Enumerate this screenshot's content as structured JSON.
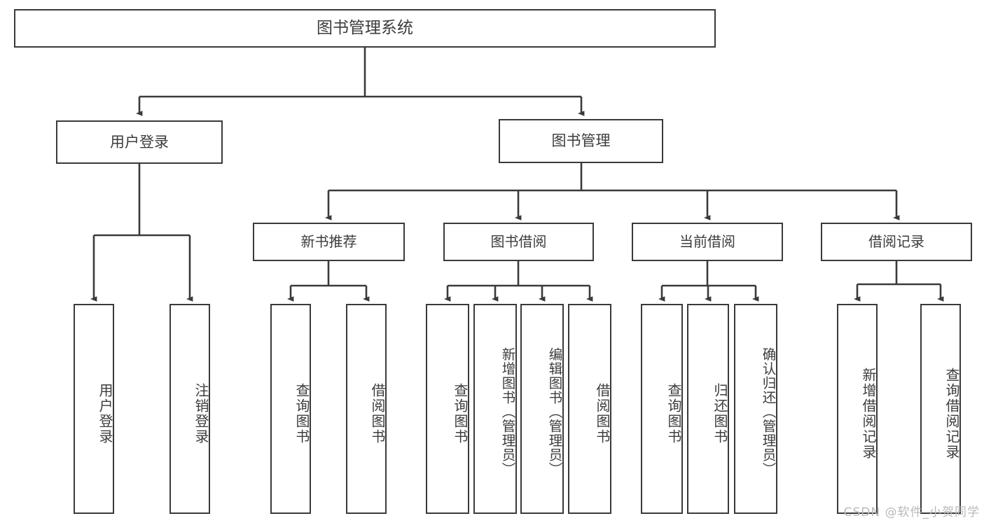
{
  "diagram": {
    "type": "tree-hierarchy",
    "title": "图书管理系统",
    "orientation": "top-down",
    "line_color": "#3a3a3a",
    "box_fill": "#ffffff",
    "text_color": "#3c3c3c",
    "root": {
      "label": "图书管理系统",
      "children": [
        {
          "label": "用户登录",
          "children": [
            {
              "label": "用户登录"
            },
            {
              "label": "注销登录"
            }
          ]
        },
        {
          "label": "图书管理",
          "children": [
            {
              "label": "新书推荐",
              "children": [
                {
                  "label": "查询图书"
                },
                {
                  "label": "借阅图书"
                }
              ]
            },
            {
              "label": "图书借阅",
              "children": [
                {
                  "label": "查询图书"
                },
                {
                  "label": "新增图书（管理员）"
                },
                {
                  "label": "编辑图书（管理员）"
                },
                {
                  "label": "借阅图书"
                }
              ]
            },
            {
              "label": "当前借阅",
              "children": [
                {
                  "label": "查询图书"
                },
                {
                  "label": "归还图书"
                },
                {
                  "label": "确认归还（管理员）"
                }
              ]
            },
            {
              "label": "借阅记录",
              "children": [
                {
                  "label": "新增借阅记录"
                },
                {
                  "label": "查询借阅记录"
                }
              ]
            }
          ]
        }
      ]
    }
  },
  "watermark": {
    "text": "CSDN @软件_小贺同学"
  }
}
